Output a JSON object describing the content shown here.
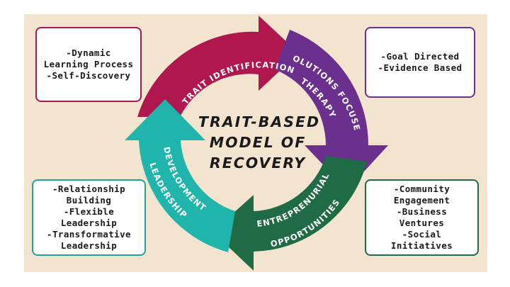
{
  "colors": {
    "background": "#f3e4cf",
    "trait_identification": "#b0174f",
    "solutions_focused": "#6b2f8e",
    "entrepreneurial": "#1f6b45",
    "leadership": "#1fb5ac"
  },
  "title": [
    "TRAIT-BASED",
    "MODEL OF",
    "RECOVERY"
  ],
  "arcs": {
    "trait_identification": "TRAIT IDENTIFICATION",
    "solutions_focused_1": "SOLUTIONS FOCUSED",
    "solutions_focused_2": "THERAPY",
    "entrepreneurial_1": "ENTREPRENURIAL",
    "entrepreneurial_2": "OPPORTUNITIES",
    "leadership_1": "LEADERSHIP",
    "leadership_2": "DEVELOPMENT"
  },
  "boxes": {
    "top_left": [
      "-Dynamic",
      "Learning Process",
      "-Self-Discovery"
    ],
    "top_right": [
      "-Goal Directed",
      "-Evidence Based"
    ],
    "bottom_left": [
      "-Relationship",
      "Building",
      "-Flexible",
      "Leadership",
      "-Transformative",
      "Leadership"
    ],
    "bottom_right": [
      "-Community",
      "Engagement",
      "-Business",
      "Ventures",
      "-Social",
      "Initiatives"
    ]
  }
}
